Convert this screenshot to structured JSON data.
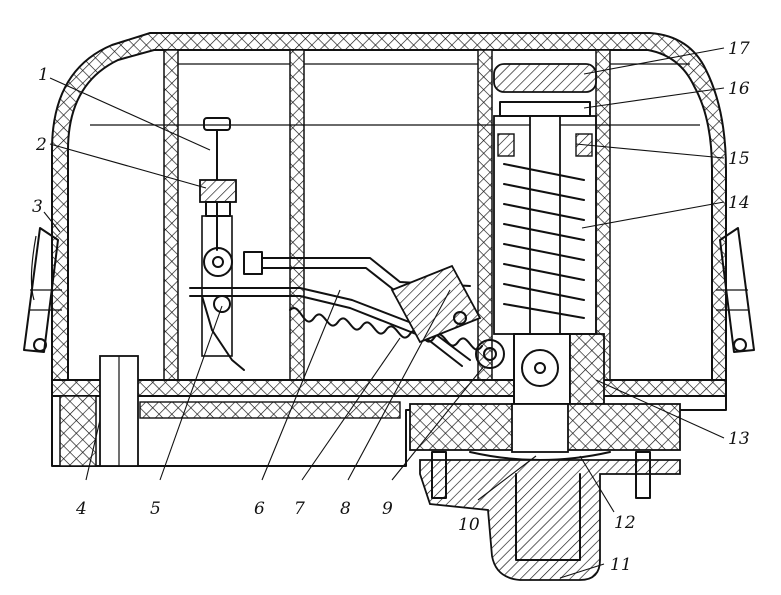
{
  "labels": [
    {
      "id": "1",
      "text": "1"
    },
    {
      "id": "2",
      "text": "2"
    },
    {
      "id": "3",
      "text": "3"
    },
    {
      "id": "4",
      "text": "4"
    },
    {
      "id": "5",
      "text": "5"
    },
    {
      "id": "6",
      "text": "6"
    },
    {
      "id": "7",
      "text": "7"
    },
    {
      "id": "8",
      "text": "8"
    },
    {
      "id": "9",
      "text": "9"
    },
    {
      "id": "10",
      "text": "10"
    },
    {
      "id": "11",
      "text": "11"
    },
    {
      "id": "12",
      "text": "12"
    },
    {
      "id": "13",
      "text": "13"
    },
    {
      "id": "14",
      "text": "14"
    },
    {
      "id": "15",
      "text": "15"
    },
    {
      "id": "16",
      "text": "16"
    },
    {
      "id": "17",
      "text": "17"
    }
  ],
  "colors": {
    "ink": "#111111",
    "paper": "#ffffff"
  }
}
